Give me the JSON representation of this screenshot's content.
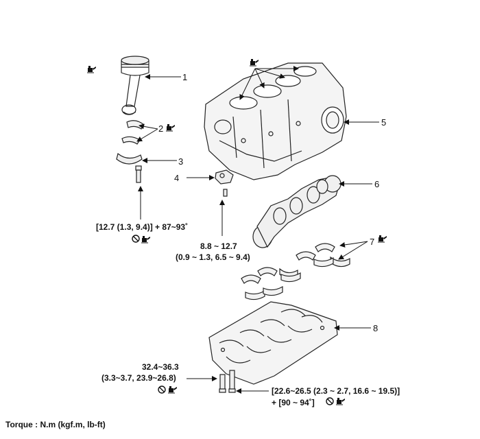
{
  "callouts": {
    "n1": "1",
    "n2": "2",
    "n3": "3",
    "n4": "4",
    "n5": "5",
    "n6": "6",
    "n7": "7",
    "n8": "8"
  },
  "torque_specs": {
    "conrod_bolt": "[12.7 (1.3, 9.4)] + 87~93˚",
    "oil_jet_bolt_line1": "8.8 ~ 12.7",
    "oil_jet_bolt_line2": "(0.9 ~ 1.3, 6.5 ~ 9.4)",
    "ladder_bolt_line1": "32.4~36.3",
    "ladder_bolt_line2": "(3.3~3.7, 23.9~26.8)",
    "main_bolt_line1": "[22.6~26.5 (2.3 ~ 2.7, 16.6 ~ 19.5)]",
    "main_bolt_line2": "+ [90 ~ 94˚]"
  },
  "footer": {
    "torque_units": "Torque : N.m (kgf.m, lb-ft)"
  },
  "icons": [
    "oil-can-icon",
    "no-reuse-icon"
  ]
}
